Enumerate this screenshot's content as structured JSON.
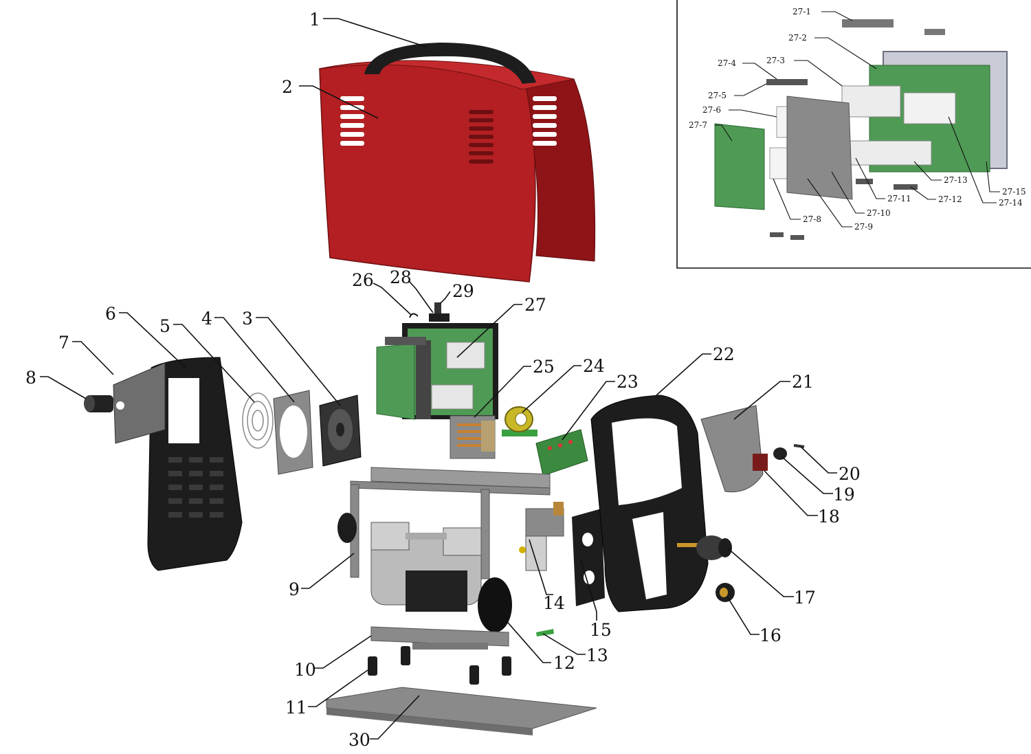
{
  "main_labels": [
    "1",
    "2",
    "3",
    "4",
    "5",
    "6",
    "7",
    "8",
    "9",
    "10",
    "11",
    "12",
    "13",
    "14",
    "15",
    "16",
    "17",
    "18",
    "19",
    "20",
    "21",
    "22",
    "23",
    "24",
    "25",
    "26",
    "27",
    "28",
    "29",
    "30"
  ],
  "inset_labels": [
    "27-1",
    "27-2",
    "27-3",
    "27-4",
    "27-5",
    "27-6",
    "27-7",
    "27-8",
    "27-9",
    "27-10",
    "27-11",
    "27-12",
    "27-13",
    "27-14",
    "27-15"
  ],
  "colors": {
    "case": "#b31f22",
    "case_dark": "#8e1417",
    "panel_black": "#1d1d1d",
    "pcb_green": "#4f9a55",
    "metal_grey": "#9a9a9a",
    "heatsink": "#e6e6e6",
    "toroid": "#c8b828"
  }
}
